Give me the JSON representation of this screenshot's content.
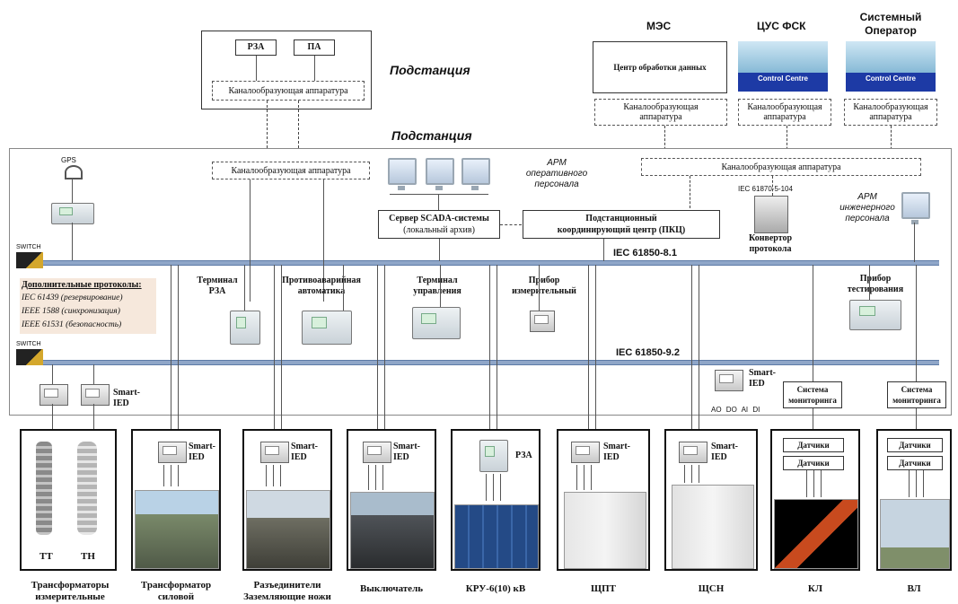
{
  "top": {
    "pza": "РЗА",
    "pa": "ПА",
    "channel": "Каналообразующая аппаратура",
    "substation_top": "Подстанция",
    "substation_main": "Подстанция"
  },
  "centers": {
    "mes": "МЭС",
    "cus": "ЦУС ФСК",
    "so_line1": "Системный",
    "so_line2": "Оператор",
    "data_center": "Центр обработки данных",
    "control_centre": "Control Centre",
    "channel_line1": "Каналообразующая",
    "channel_line2": "аппаратура"
  },
  "station": {
    "gps": "GPS",
    "switch": "SWITCH",
    "channel": "Каналообразующая аппаратура",
    "channel_right": "Каналообразующая аппаратура",
    "arm_op_l1": "АРМ",
    "arm_op_l2": "оперативного",
    "arm_op_l3": "персонала",
    "scada_l1": "Сервер SCADA-системы",
    "scada_l2": "(локальный архив)",
    "pkc_l1": "Подстанционный",
    "pkc_l2": "координирующий центр (ПКЦ)",
    "iec104": "IEC 61870-5-104",
    "arm_eng_l1": "АРМ",
    "arm_eng_l2": "инженерного",
    "arm_eng_l3": "персонала",
    "conv_l1": "Конвертор",
    "conv_l2": "протокола",
    "bus1": "IEC 61850-8.1",
    "bus2": "IEC 61850-9.2",
    "protocols_title": "Дополнительные протоколы:",
    "proto1": "IEC 61439 (резервирование)",
    "proto2": "IEEE 1588 (синхронизация)",
    "proto3": "IEEE 61531 (безопасность)",
    "term_rza_l1": "Терминал",
    "term_rza_l2": "РЗА",
    "pa_l1": "Противоаварийная",
    "pa_l2": "автоматика",
    "term_ctrl_l1": "Терминал",
    "term_ctrl_l2": "управления",
    "meas_l1": "Прибор",
    "meas_l2": "измерительный",
    "test_l1": "Прибор",
    "test_l2": "тестирования",
    "smart_l1": "Smart-",
    "smart_l2": "IED",
    "ao": "AO",
    "do": "DO",
    "ai": "AI",
    "di": "DI",
    "mon_l1": "Система",
    "mon_l2": "мониторинга"
  },
  "bottom": {
    "tt": "ТТ",
    "tn": "ТН",
    "smart_l1": "Smart-",
    "smart_l2": "IED",
    "rza": "РЗА",
    "sensors": "Датчики",
    "labels": [
      [
        "Трансформаторы",
        "измерительные"
      ],
      [
        "Трансформатор",
        "силовой"
      ],
      [
        "Разъединители",
        "Заземляющие ножи"
      ],
      [
        "Выключатель",
        ""
      ],
      [
        "КРУ-6(10) кВ",
        ""
      ],
      [
        "ЩПТ",
        ""
      ],
      [
        "ЩСН",
        ""
      ],
      [
        "КЛ",
        ""
      ],
      [
        "ВЛ",
        ""
      ]
    ]
  }
}
